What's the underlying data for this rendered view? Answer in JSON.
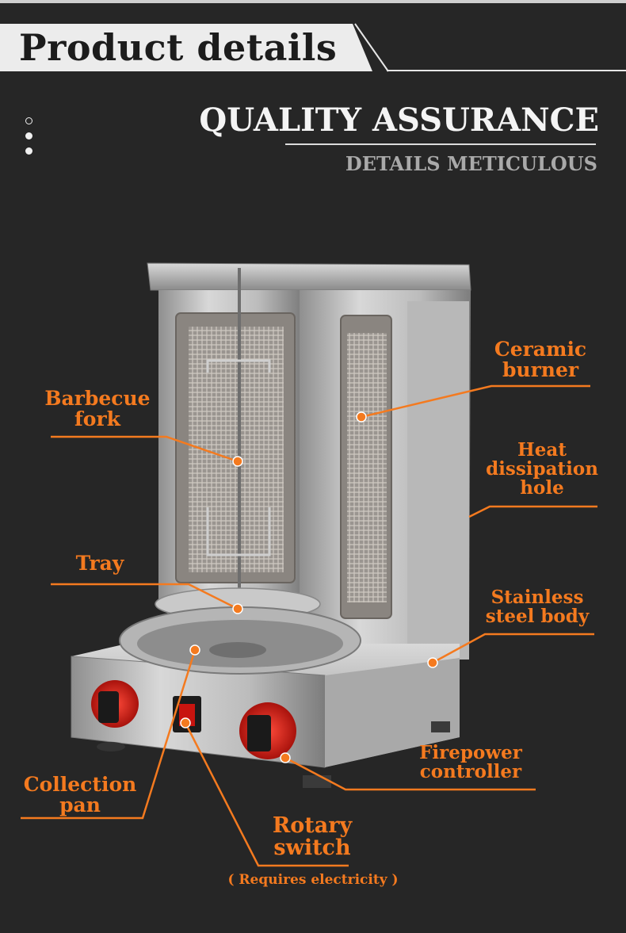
{
  "header": {
    "title": "Product details"
  },
  "hero": {
    "title": "QUALITY ASSURANCE",
    "subtitle": "DETAILS METICULOUS"
  },
  "callouts": {
    "ceramic_burner": {
      "line1": "Ceramic",
      "line2": "burner"
    },
    "barbecue_fork": {
      "line1": "Barbecue",
      "line2": "fork"
    },
    "heat_dissipation": {
      "line1": "Heat",
      "line2": "dissipation",
      "line3": "hole"
    },
    "tray": {
      "line1": "Tray"
    },
    "stainless_body": {
      "line1": "Stainless",
      "line2": "steel body"
    },
    "firepower": {
      "line1": "Firepower",
      "line2": "controller"
    },
    "collection_pan": {
      "line1": "Collection",
      "line2": "pan"
    },
    "rotary_switch": {
      "line1": "Rotary",
      "line2": "switch"
    },
    "rotary_note": "( Requires electricity )"
  },
  "colors": {
    "background": "#262626",
    "accent": "#f47a1f",
    "header_band": "#ececec"
  }
}
